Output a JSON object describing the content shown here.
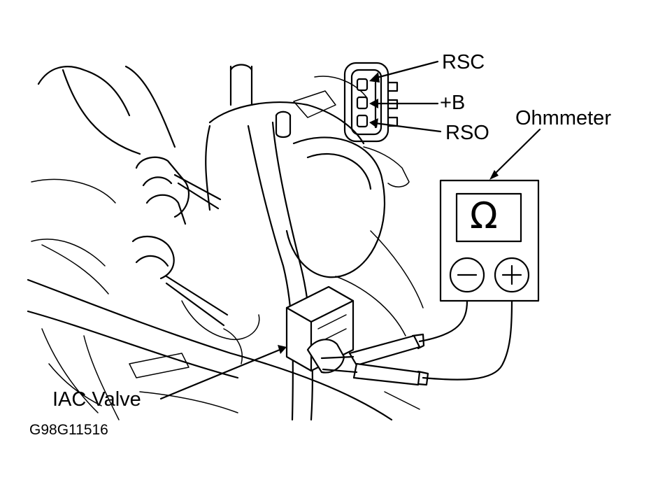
{
  "diagram": {
    "labels": {
      "rsc": "RSC",
      "plus_b": "+B",
      "rso": "RSO",
      "ohmmeter": "Ohmmeter",
      "iac_valve": "IAC Valve",
      "figure_code": "G98G11516"
    },
    "meter": {
      "display_symbol": "Ω",
      "minus_symbol": "−",
      "plus_symbol": "+"
    },
    "colors": {
      "ink": "#000000",
      "paper": "#ffffff"
    }
  }
}
